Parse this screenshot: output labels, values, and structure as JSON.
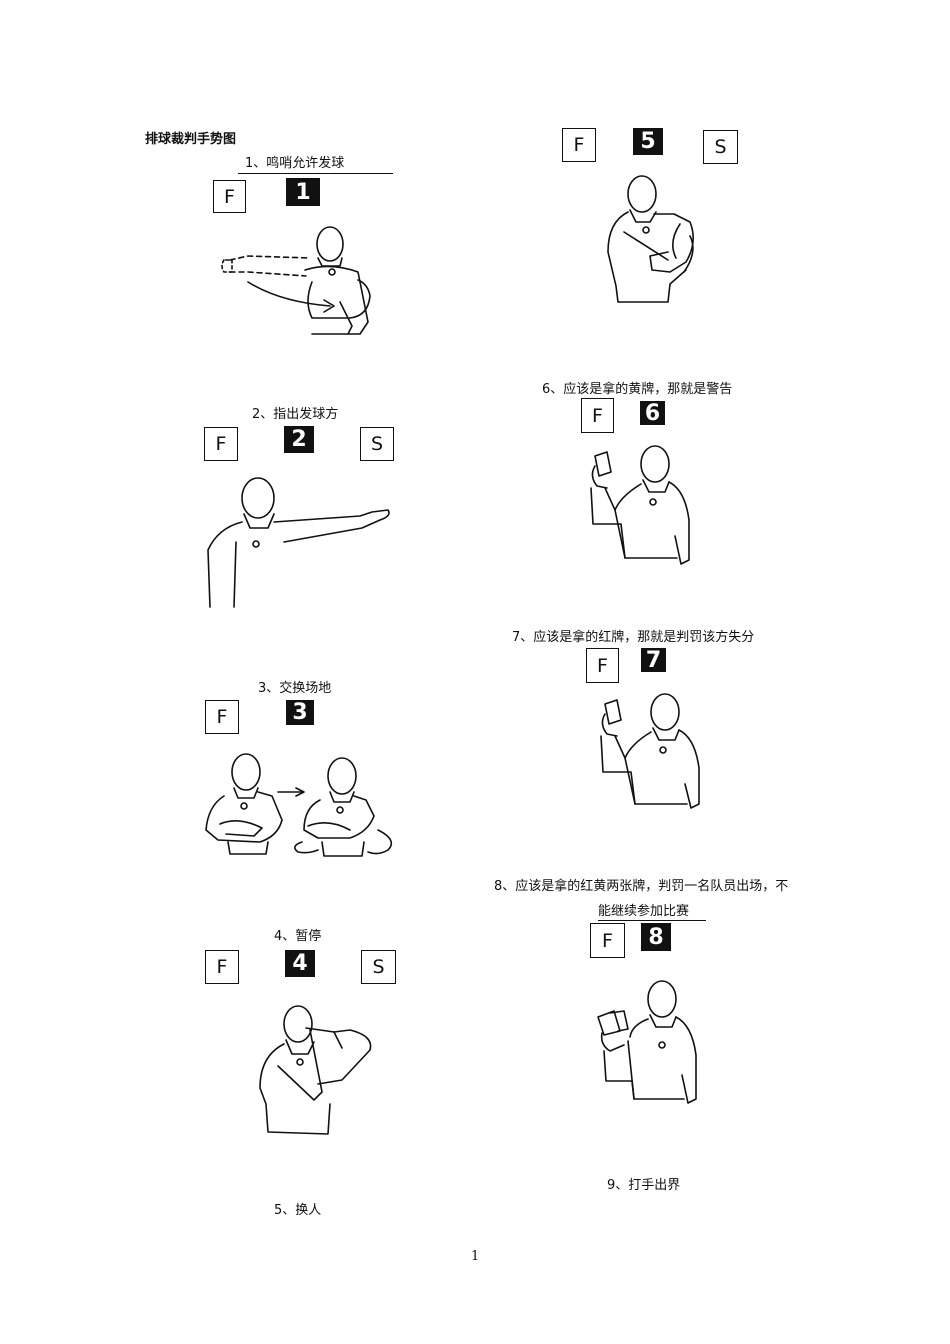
{
  "document": {
    "title": "排球裁判手势图",
    "page_number": "1"
  },
  "signals": [
    {
      "caption": "1、鸣哨允许发球",
      "number": "1",
      "f": "F",
      "s": ""
    },
    {
      "caption": "2、指出发球方",
      "number": "2",
      "f": "F",
      "s": "S"
    },
    {
      "caption": "3、交换场地",
      "number": "3",
      "f": "F",
      "s": ""
    },
    {
      "caption": "4、暂停",
      "number": "4",
      "f": "F",
      "s": "S"
    },
    {
      "caption": "5、换人",
      "number": "5",
      "f": "F",
      "s": "S"
    },
    {
      "caption": "6、应该是拿的黄牌，那就是警告",
      "number": "6",
      "f": "F",
      "s": ""
    },
    {
      "caption": "7、应该是拿的红牌，那就是判罚该方失分",
      "number": "7",
      "f": "F",
      "s": ""
    },
    {
      "caption_line1": "8、应该是拿的红黄两张牌，判罚一名队员出场，不",
      "caption_line2": "能继续参加比赛",
      "number": "8",
      "f": "F",
      "s": ""
    },
    {
      "caption": "9、打手出界"
    }
  ]
}
